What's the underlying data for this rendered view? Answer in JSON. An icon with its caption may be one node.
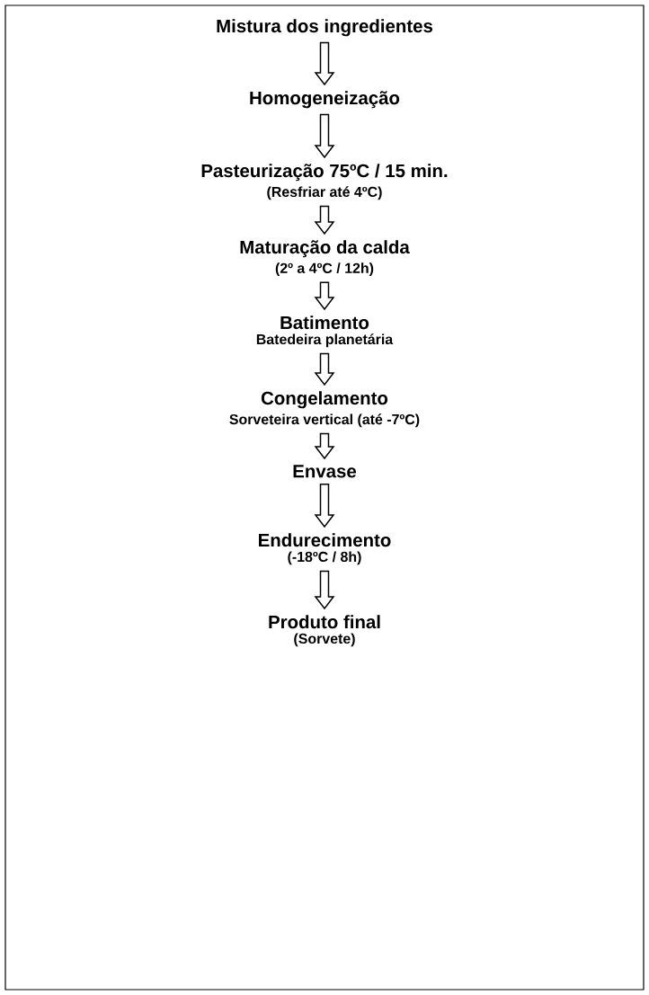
{
  "diagram": {
    "nodes": [
      {
        "text": [
          "Mistura dos ingredientes"
        ]
      },
      {
        "text": [
          "Homogeneização"
        ]
      },
      {
        "text": [
          "Pasteurização 75ºC / 15 min.",
          "(Resfriar até 4ºC)"
        ]
      },
      {
        "text": [
          "Maturação da calda",
          "(2º a 4ºC / 12h)"
        ]
      },
      {
        "text": [
          "Batimento",
          "Batedeira planetária"
        ]
      },
      {
        "text": [
          "Congelamento",
          "Sorveteira vertical (até -7ºC)"
        ]
      },
      {
        "text": [
          "Envase"
        ]
      },
      {
        "text": [
          "Endurecimento",
          "(-18ºC / 8h)"
        ]
      },
      {
        "text": [
          "Produto final",
          "(Sorvete)"
        ]
      }
    ],
    "edges": [
      {
        "from": 0,
        "to": 1,
        "arrow": "to"
      },
      {
        "from": 1,
        "to": 2,
        "arrow": "to"
      },
      {
        "from": 2,
        "to": 3,
        "arrow": "to"
      },
      {
        "from": 3,
        "to": 4,
        "arrow": "to"
      },
      {
        "from": 4,
        "to": 5,
        "arrow": "to"
      },
      {
        "from": 5,
        "to": 6,
        "arrow": "to"
      },
      {
        "from": 6,
        "to": 7,
        "arrow": "to"
      },
      {
        "from": 7,
        "to": 8,
        "arrow": "to"
      }
    ]
  }
}
